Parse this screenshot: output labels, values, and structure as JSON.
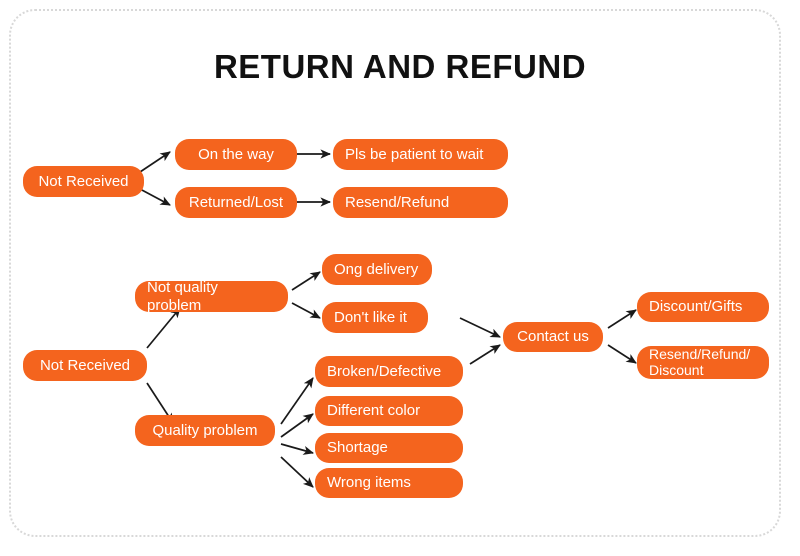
{
  "page": {
    "title": "RETURN AND REFUND",
    "accent_color": "#F4641E",
    "text_color": "#FFFFFF",
    "title_color": "#111111",
    "border_color": "#D8D8D8",
    "background": "#FFFFFF"
  },
  "flowchart": {
    "type": "flowchart",
    "sections": [
      {
        "name": "not-received-shipping",
        "root": "Not Received",
        "branches": [
          {
            "label": "On the way",
            "result": "Pls be patient to wait"
          },
          {
            "label": "Returned/Lost",
            "result": "Resend/Refund"
          }
        ]
      },
      {
        "name": "not-received-quality",
        "root": "Not Received",
        "branches": [
          {
            "label": "Not quality problem",
            "reasons": [
              "Ong delivery",
              "Don't like it"
            ]
          },
          {
            "label": "Quality problem",
            "reasons": [
              "Broken/Defective",
              "Different color",
              "Shortage",
              "Wrong items"
            ]
          }
        ],
        "converge": "Contact us",
        "outcomes": [
          "Discount/Gifts",
          "Resend/Refund/\nDiscount"
        ]
      }
    ]
  },
  "nodes": {
    "not_received_top": "Not Received",
    "on_the_way": "On the way",
    "returned_lost": "Returned/Lost",
    "pls_be_patient": "Pls be patient to wait",
    "resend_refund": "Resend/Refund",
    "not_received_bottom": "Not Received",
    "not_quality_problem": "Not quality problem",
    "quality_problem": "Quality problem",
    "ong_delivery": "Ong delivery",
    "dont_like_it": "Don't like it",
    "broken_defective": "Broken/Defective",
    "different_color": "Different color",
    "shortage": "Shortage",
    "wrong_items": "Wrong items",
    "contact_us": "Contact us",
    "discount_gifts": "Discount/Gifts",
    "resend_refund_discount": "Resend/Refund/\nDiscount"
  }
}
